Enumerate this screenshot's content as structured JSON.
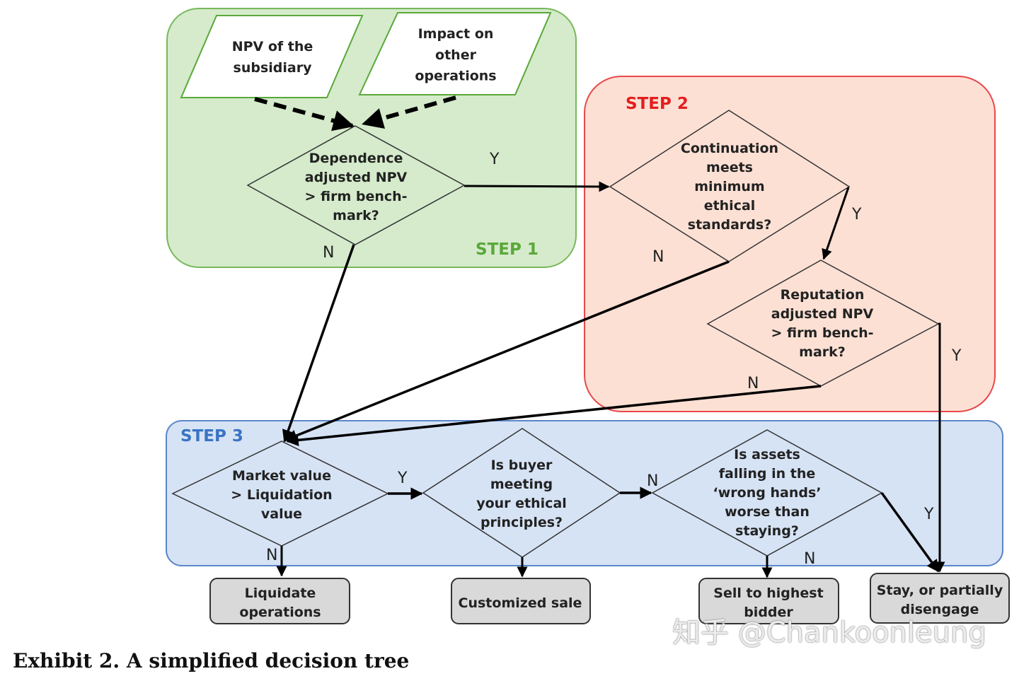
{
  "colors": {
    "step1_fill": "#d5ebcb",
    "step1_stroke": "#78b85a",
    "step1_label": "#5aa83a",
    "step2_fill": "#fde0d4",
    "step2_stroke": "#e8484b",
    "step2_label": "#e41e1e",
    "step3_fill": "#d6e3f5",
    "step3_stroke": "#5b86c8",
    "step3_label": "#3a74c4",
    "outcome_fill": "#d9d9d9"
  },
  "steps": {
    "step1": "STEP 1",
    "step2": "STEP 2",
    "step3": "STEP 3"
  },
  "inputs": {
    "npv": [
      "NPV of the",
      "subsidiary"
    ],
    "impact": [
      "Impact on",
      "other",
      "operations"
    ]
  },
  "decisions": {
    "dependence": [
      "Dependence",
      "adjusted NPV",
      "> firm bench-",
      "mark?"
    ],
    "continuation": [
      "Continuation",
      "meets",
      "minimum",
      "ethical",
      "standards?"
    ],
    "reputation": [
      "Reputation",
      "adjusted NPV",
      "> firm bench-",
      "mark?"
    ],
    "market": [
      "Market value",
      "> Liquidation",
      "value"
    ],
    "buyer": [
      "Is buyer",
      "meeting",
      "your ethical",
      "principles?"
    ],
    "assets": [
      "Is assets",
      "falling in the",
      "‘wrong hands’",
      "worse than",
      "staying?"
    ]
  },
  "outcomes": {
    "liquidate": [
      "Liquidate",
      "operations"
    ],
    "customized": [
      "Customized sale"
    ],
    "sell": [
      "Sell to highest",
      "bidder"
    ],
    "stay": [
      "Stay, or partially",
      "disengage"
    ]
  },
  "edge_labels": {
    "dep_yes": "Y",
    "dep_no": "N",
    "cont_yes": "Y",
    "cont_no": "N",
    "rep_yes": "Y",
    "rep_no": "N",
    "mkt_yes": "Y",
    "mkt_no": "N",
    "buyer_no": "N",
    "assets_yes": "Y",
    "assets_no": "N"
  },
  "caption": "Exhibit 2.  A simplified decision tree",
  "watermark": "知乎 @Chankoonleung"
}
